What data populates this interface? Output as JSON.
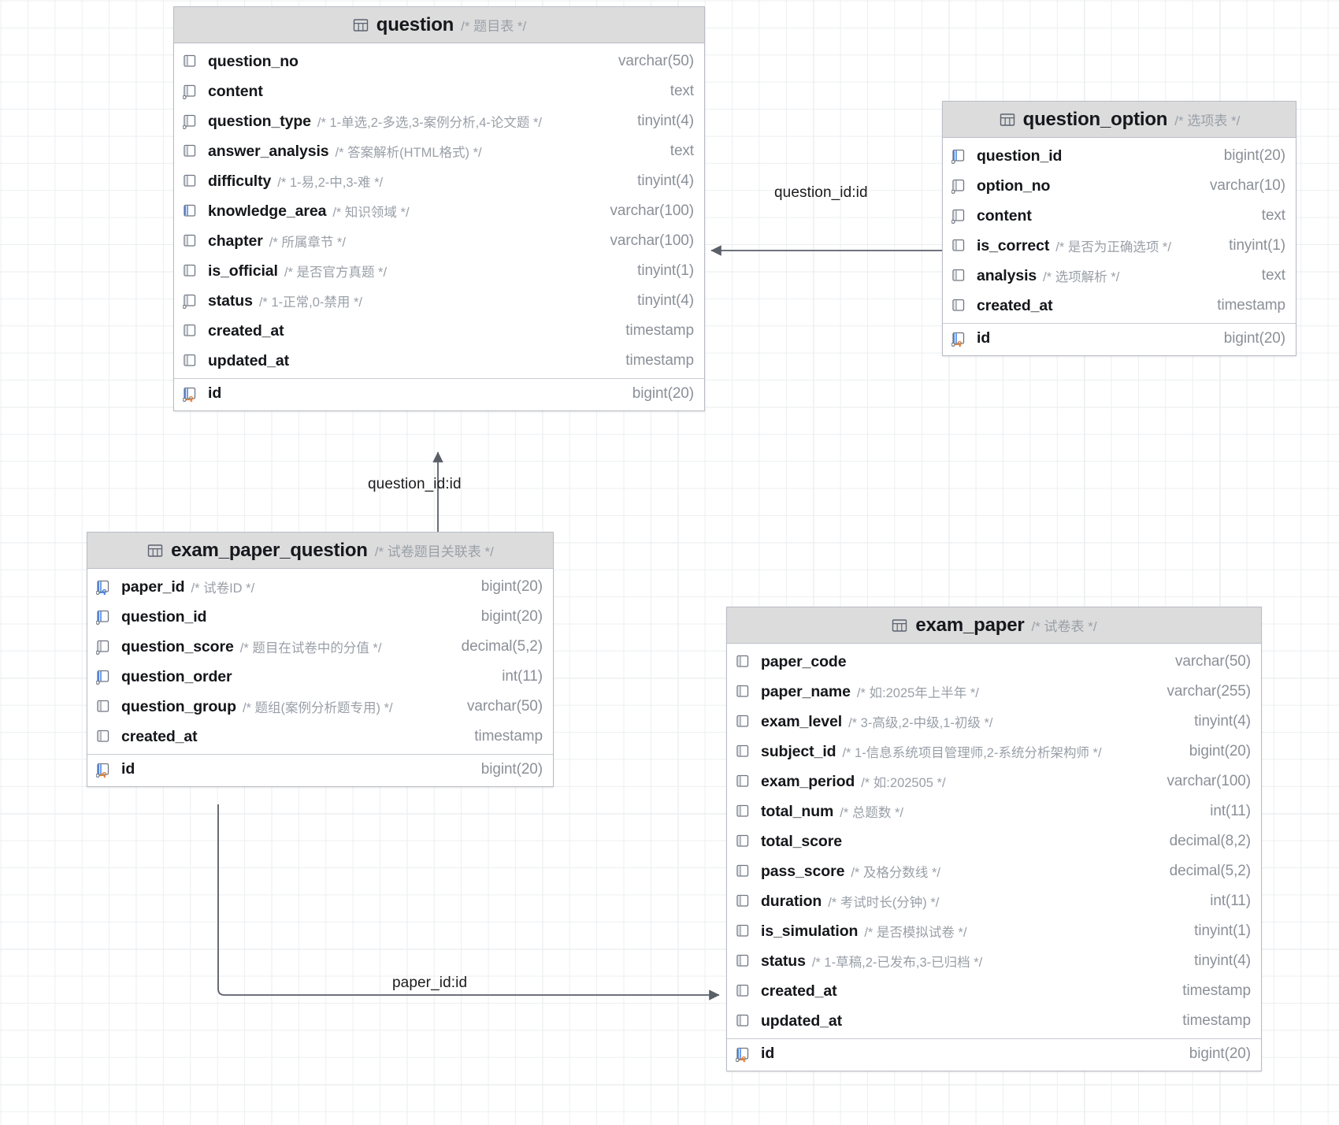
{
  "diagram": {
    "kind": "er-diagram",
    "background": "#ffffff",
    "grid_color": "#eceff1",
    "accent_blue": "#3f7de0",
    "accent_orange": "#e07a2f",
    "header_bg": "#dcdcdc"
  },
  "tables": [
    {
      "name": "question",
      "comment": "/* 题目表 */",
      "fields": [
        {
          "name": "question_no",
          "comment": "",
          "type": "varchar(50)",
          "icon": "column-icon"
        },
        {
          "name": "content",
          "comment": "",
          "type": "text",
          "icon": "column-index-icon"
        },
        {
          "name": "question_type",
          "comment": "/* 1-单选,2-多选,3-案例分析,4-论文题 */",
          "type": "tinyint(4)",
          "icon": "column-index-icon"
        },
        {
          "name": "answer_analysis",
          "comment": "/* 答案解析(HTML格式) */",
          "type": "text",
          "icon": "column-icon"
        },
        {
          "name": "difficulty",
          "comment": "/* 1-易,2-中,3-难 */",
          "type": "tinyint(4)",
          "icon": "column-icon"
        },
        {
          "name": "knowledge_area",
          "comment": "/* 知识领域 */",
          "type": "varchar(100)",
          "icon": "column-indexed-blue-icon"
        },
        {
          "name": "chapter",
          "comment": "/* 所属章节 */",
          "type": "varchar(100)",
          "icon": "column-icon"
        },
        {
          "name": "is_official",
          "comment": "/* 是否官方真题 */",
          "type": "tinyint(1)",
          "icon": "column-icon"
        },
        {
          "name": "status",
          "comment": "/* 1-正常,0-禁用 */",
          "type": "tinyint(4)",
          "icon": "column-index-icon"
        },
        {
          "name": "created_at",
          "comment": "",
          "type": "timestamp",
          "icon": "column-icon"
        },
        {
          "name": "updated_at",
          "comment": "",
          "type": "timestamp",
          "icon": "column-icon"
        },
        {
          "name": "id",
          "comment": "",
          "type": "bigint(20)",
          "icon": "primary-key-icon",
          "pk": true
        }
      ]
    },
    {
      "name": "question_option",
      "comment": "/* 选项表 */",
      "fields": [
        {
          "name": "question_id",
          "comment": "",
          "type": "bigint(20)",
          "icon": "column-index-blue-icon"
        },
        {
          "name": "option_no",
          "comment": "",
          "type": "varchar(10)",
          "icon": "column-index-icon"
        },
        {
          "name": "content",
          "comment": "",
          "type": "text",
          "icon": "column-index-icon"
        },
        {
          "name": "is_correct",
          "comment": "/* 是否为正确选项 */",
          "type": "tinyint(1)",
          "icon": "column-icon"
        },
        {
          "name": "analysis",
          "comment": "/* 选项解析 */",
          "type": "text",
          "icon": "column-icon"
        },
        {
          "name": "created_at",
          "comment": "",
          "type": "timestamp",
          "icon": "column-icon"
        },
        {
          "name": "id",
          "comment": "",
          "type": "bigint(20)",
          "icon": "primary-key-icon",
          "pk": true
        }
      ]
    },
    {
      "name": "exam_paper_question",
      "comment": "/* 试卷题目关联表 */",
      "fields": [
        {
          "name": "paper_id",
          "comment": "/* 试卷ID */",
          "type": "bigint(20)",
          "icon": "foreign-key-blue-icon"
        },
        {
          "name": "question_id",
          "comment": "",
          "type": "bigint(20)",
          "icon": "column-index-blue-icon"
        },
        {
          "name": "question_score",
          "comment": "/* 题目在试卷中的分值 */",
          "type": "decimal(5,2)",
          "icon": "column-index-icon"
        },
        {
          "name": "question_order",
          "comment": "",
          "type": "int(11)",
          "icon": "column-index-blue-icon"
        },
        {
          "name": "question_group",
          "comment": "/* 题组(案例分析题专用) */",
          "type": "varchar(50)",
          "icon": "column-icon"
        },
        {
          "name": "created_at",
          "comment": "",
          "type": "timestamp",
          "icon": "column-icon"
        },
        {
          "name": "id",
          "comment": "",
          "type": "bigint(20)",
          "icon": "primary-key-icon",
          "pk": true
        }
      ]
    },
    {
      "name": "exam_paper",
      "comment": "/* 试卷表 */",
      "fields": [
        {
          "name": "paper_code",
          "comment": "",
          "type": "varchar(50)",
          "icon": "column-icon"
        },
        {
          "name": "paper_name",
          "comment": "/* 如:2025年上半年 */",
          "type": "varchar(255)",
          "icon": "column-icon"
        },
        {
          "name": "exam_level",
          "comment": "/* 3-高级,2-中级,1-初级 */",
          "type": "tinyint(4)",
          "icon": "column-icon"
        },
        {
          "name": "subject_id",
          "comment": "/* 1-信息系统项目管理师,2-系统分析架构师 */",
          "type": "bigint(20)",
          "icon": "column-icon"
        },
        {
          "name": "exam_period",
          "comment": "/* 如:202505 */",
          "type": "varchar(100)",
          "icon": "column-icon"
        },
        {
          "name": "total_num",
          "comment": "/* 总题数 */",
          "type": "int(11)",
          "icon": "column-icon"
        },
        {
          "name": "total_score",
          "comment": "",
          "type": "decimal(8,2)",
          "icon": "column-icon"
        },
        {
          "name": "pass_score",
          "comment": "/* 及格分数线 */",
          "type": "decimal(5,2)",
          "icon": "column-icon"
        },
        {
          "name": "duration",
          "comment": "/* 考试时长(分钟) */",
          "type": "int(11)",
          "icon": "column-icon"
        },
        {
          "name": "is_simulation",
          "comment": "/* 是否模拟试卷 */",
          "type": "tinyint(1)",
          "icon": "column-icon"
        },
        {
          "name": "status",
          "comment": "/* 1-草稿,2-已发布,3-已归档 */",
          "type": "tinyint(4)",
          "icon": "column-icon"
        },
        {
          "name": "created_at",
          "comment": "",
          "type": "timestamp",
          "icon": "column-icon"
        },
        {
          "name": "updated_at",
          "comment": "",
          "type": "timestamp",
          "icon": "column-icon"
        },
        {
          "name": "id",
          "comment": "",
          "type": "bigint(20)",
          "icon": "primary-key-icon",
          "pk": true
        }
      ]
    }
  ],
  "relationships": [
    {
      "label": "question_id:id",
      "from": "question_option",
      "to": "question"
    },
    {
      "label": "question_id:id",
      "from": "exam_paper_question",
      "to": "question"
    },
    {
      "label": "paper_id:id",
      "from": "exam_paper_question",
      "to": "exam_paper"
    }
  ]
}
